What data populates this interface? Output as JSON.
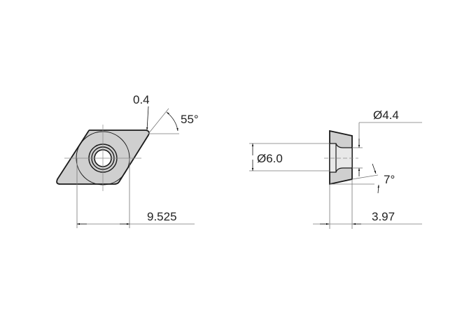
{
  "drawing": {
    "top_view": {
      "corner_radius_label": "0.4",
      "angle_label": "55°",
      "inscribed_circle_label": "9.525"
    },
    "side_view": {
      "hole_diameter_label": "Ø4.4",
      "counterbore_diameter_label": "Ø6.0",
      "clearance_angle_label": "7°",
      "thickness_label": "3.97"
    },
    "colors": {
      "body_fill": "#cfcfcf",
      "outline": "#1a1a1a",
      "dimension_line": "#777777",
      "text": "#222222"
    }
  }
}
